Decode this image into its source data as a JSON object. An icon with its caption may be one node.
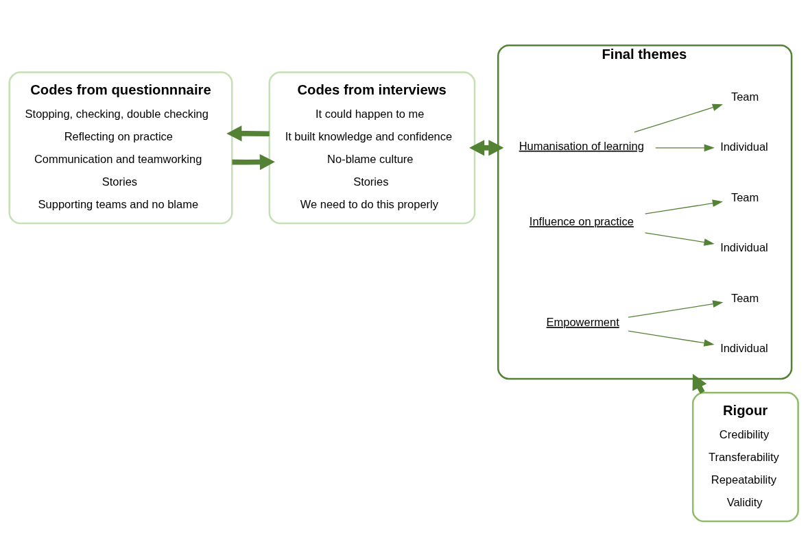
{
  "diagram": {
    "nodes": [
      {
        "text": [
          "Codes from questionnnaire",
          "Stopping, checking, double checking",
          "Reflecting on practice",
          "Communication and teamworking",
          "Stories",
          "Supporting teams and no blame"
        ]
      },
      {
        "text": [
          "Codes from interviews",
          "It could happen to me",
          "It built knowledge and confidence",
          "No-blame culture",
          "Stories",
          "We need to do this properly"
        ]
      },
      {
        "text": [
          "Final themes"
        ]
      },
      {
        "text": [
          "Humanisation of learning"
        ],
        "in": 2
      },
      {
        "text": [
          "Individual"
        ],
        "in": 2
      },
      {
        "text": [
          "Team"
        ],
        "in": 2
      },
      {
        "text": [
          "Influence on practice"
        ],
        "in": 2
      },
      {
        "text": [
          "Individual"
        ],
        "in": 2
      },
      {
        "text": [
          "Team"
        ],
        "in": 2
      },
      {
        "text": [
          "Empowerment"
        ],
        "in": 2
      },
      {
        "text": [
          "Individual"
        ],
        "in": 2
      },
      {
        "text": [
          "Team"
        ],
        "in": 2
      },
      {
        "text": [
          "Rigour",
          "Credibility",
          "Transferability",
          "Repeatability",
          "Validity"
        ]
      }
    ],
    "edges": [
      {
        "from": 0,
        "to": 1,
        "arrow": "to",
        "style": "thick"
      },
      {
        "from": 1,
        "to": 0,
        "arrow": "to",
        "style": "thick"
      },
      {
        "from": 1,
        "to": 2,
        "arrow": "both",
        "style": "thick"
      },
      {
        "from": 12,
        "to": 2,
        "arrow": "to",
        "style": "thick"
      },
      {
        "from": 3,
        "to": 4,
        "arrow": "to"
      },
      {
        "from": 3,
        "to": 5,
        "arrow": "to"
      },
      {
        "from": 6,
        "to": 7,
        "arrow": "to"
      },
      {
        "from": 6,
        "to": 8,
        "arrow": "to"
      },
      {
        "from": 9,
        "to": 10,
        "arrow": "to"
      },
      {
        "from": 9,
        "to": 11,
        "arrow": "to"
      }
    ]
  }
}
